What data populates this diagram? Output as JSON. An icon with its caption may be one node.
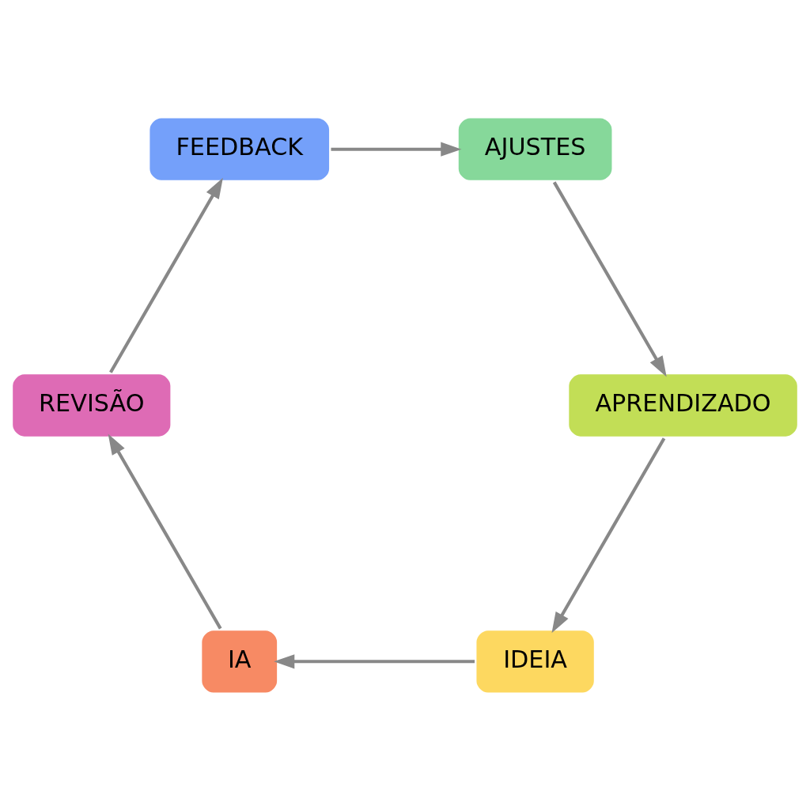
{
  "diagram": {
    "nodes": [
      {
        "text": [
          "IDEIA"
        ]
      },
      {
        "text": [
          "IA"
        ]
      },
      {
        "text": [
          "REVISÃO"
        ]
      },
      {
        "text": [
          "FEEDBACK"
        ]
      },
      {
        "text": [
          "AJUSTES"
        ]
      },
      {
        "text": [
          "APRENDIZADO"
        ]
      }
    ],
    "edges": [
      {
        "from": 0,
        "to": 1,
        "arrow": "to"
      },
      {
        "from": 1,
        "to": 2,
        "arrow": "to"
      },
      {
        "from": 2,
        "to": 3,
        "arrow": "to"
      },
      {
        "from": 3,
        "to": 4,
        "arrow": "to"
      },
      {
        "from": 4,
        "to": 5,
        "arrow": "to"
      },
      {
        "from": 5,
        "to": 0,
        "arrow": "to"
      }
    ]
  }
}
